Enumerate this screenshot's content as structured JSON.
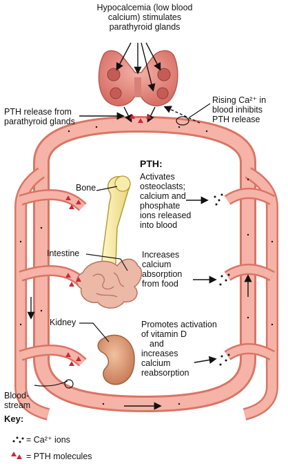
{
  "labels": {
    "hypocalcemia": [
      "Hypocalcemia (low blood",
      "calcium) stimulates",
      "parathyroid glands"
    ],
    "pth_release": [
      "PTH release from",
      "parathyroid glands"
    ],
    "rising_ca": [
      "Rising Ca²⁺ in",
      "blood inhibits",
      "PTH release"
    ],
    "pth_heading": "PTH:",
    "bone": "Bone",
    "bone_effect": [
      "Activates",
      "osteoclasts;",
      "calcium and",
      "phosphate",
      "ions released",
      "into blood"
    ],
    "intestine": "Intestine",
    "intestine_effect": [
      "Increases",
      "calcium",
      "absorption",
      "from food"
    ],
    "kidney": "Kidney",
    "kidney_effect": [
      "Promotes activation",
      "of vitamin D",
      "and",
      "increases",
      "calcium",
      "reabsorption"
    ],
    "bloodstream": [
      "Blood-",
      "stream"
    ]
  },
  "key": {
    "title": "Key:",
    "ca_ions": "= Ca²⁺ ions",
    "pth_molecules": "= PTH molecules"
  },
  "colors": {
    "vessel": "#f2a79a",
    "vessel_edge": "#d97565",
    "gland": "#e8897f",
    "bone": "#f3e7a0",
    "intestine": "#e9b5a3",
    "kidney": "#e3a57e",
    "pth_marker": "#c8283b"
  }
}
